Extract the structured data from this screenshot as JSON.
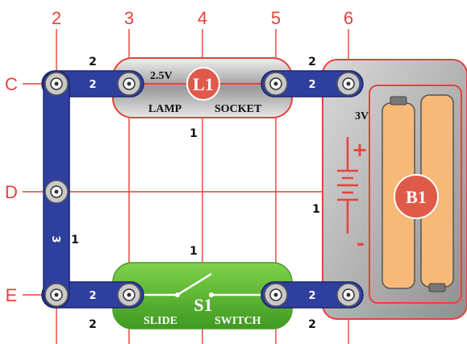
{
  "grid": {
    "columns": [
      "2",
      "3",
      "4",
      "5",
      "6"
    ],
    "rows": [
      "C",
      "D",
      "E"
    ]
  },
  "wires": {
    "top_left": {
      "label": "2",
      "side": "2"
    },
    "top_right": {
      "label": "2",
      "side": "2"
    },
    "left_vertical": {
      "label": "3",
      "side": "1"
    },
    "bottom_left": {
      "label": "2",
      "side": "2"
    },
    "bottom_right": {
      "label": "2",
      "side": "2"
    }
  },
  "lamp": {
    "id": "L1",
    "voltage": "2.5V",
    "left_text": "LAMP",
    "right_text": "SOCKET",
    "level": "1"
  },
  "switch": {
    "id": "S1",
    "left_text": "SLIDE",
    "right_text": "SWITCH",
    "level": "1"
  },
  "battery": {
    "id": "B1",
    "voltage": "3V",
    "plus": "+",
    "minus": "-",
    "level": "1"
  },
  "colors": {
    "grid": "#e8413a",
    "wire": "#2f3f9e",
    "lamp_body": "#b8b8b8",
    "switch_body": "#5cb830",
    "battery_body": "#a8a8a8",
    "cells": "#f7b978"
  }
}
